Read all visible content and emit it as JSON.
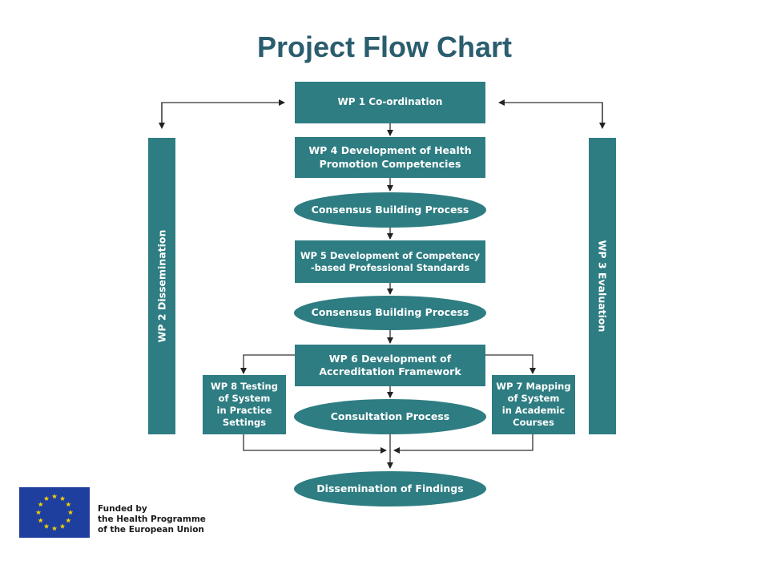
{
  "title": "Project Flow Chart",
  "nodes": {
    "wp1": "WP 1 Co-ordination",
    "wp4": "WP 4 Development of Health\nPromotion Competencies",
    "consensus1": "Consensus Building Process",
    "wp5": "WP 5 Development of Competency\n-based Professional Standards",
    "consensus2": "Consensus Building Process",
    "wp6": "WP 6 Development of\nAccreditation Framework",
    "wp8": "WP 8 Testing\nof System\nin Practice\nSettings",
    "wp7": "WP 7 Mapping\nof System\nin Academic\nCourses",
    "consultation": "Consultation Process",
    "dissemination": "Dissemination of Findings",
    "wp2": "WP 2 Dissemination",
    "wp3": "WP 3 Evaluation"
  },
  "colors": {
    "node_fill": "#2e7d82",
    "title": "#2a5d6e",
    "eu_blue": "#1f3f9f",
    "eu_star": "#f5d000"
  },
  "funding": {
    "line1": "Funded by",
    "line2": "the Health Programme",
    "line3": "of the European Union"
  },
  "logo": {
    "name": "eu-flag"
  }
}
